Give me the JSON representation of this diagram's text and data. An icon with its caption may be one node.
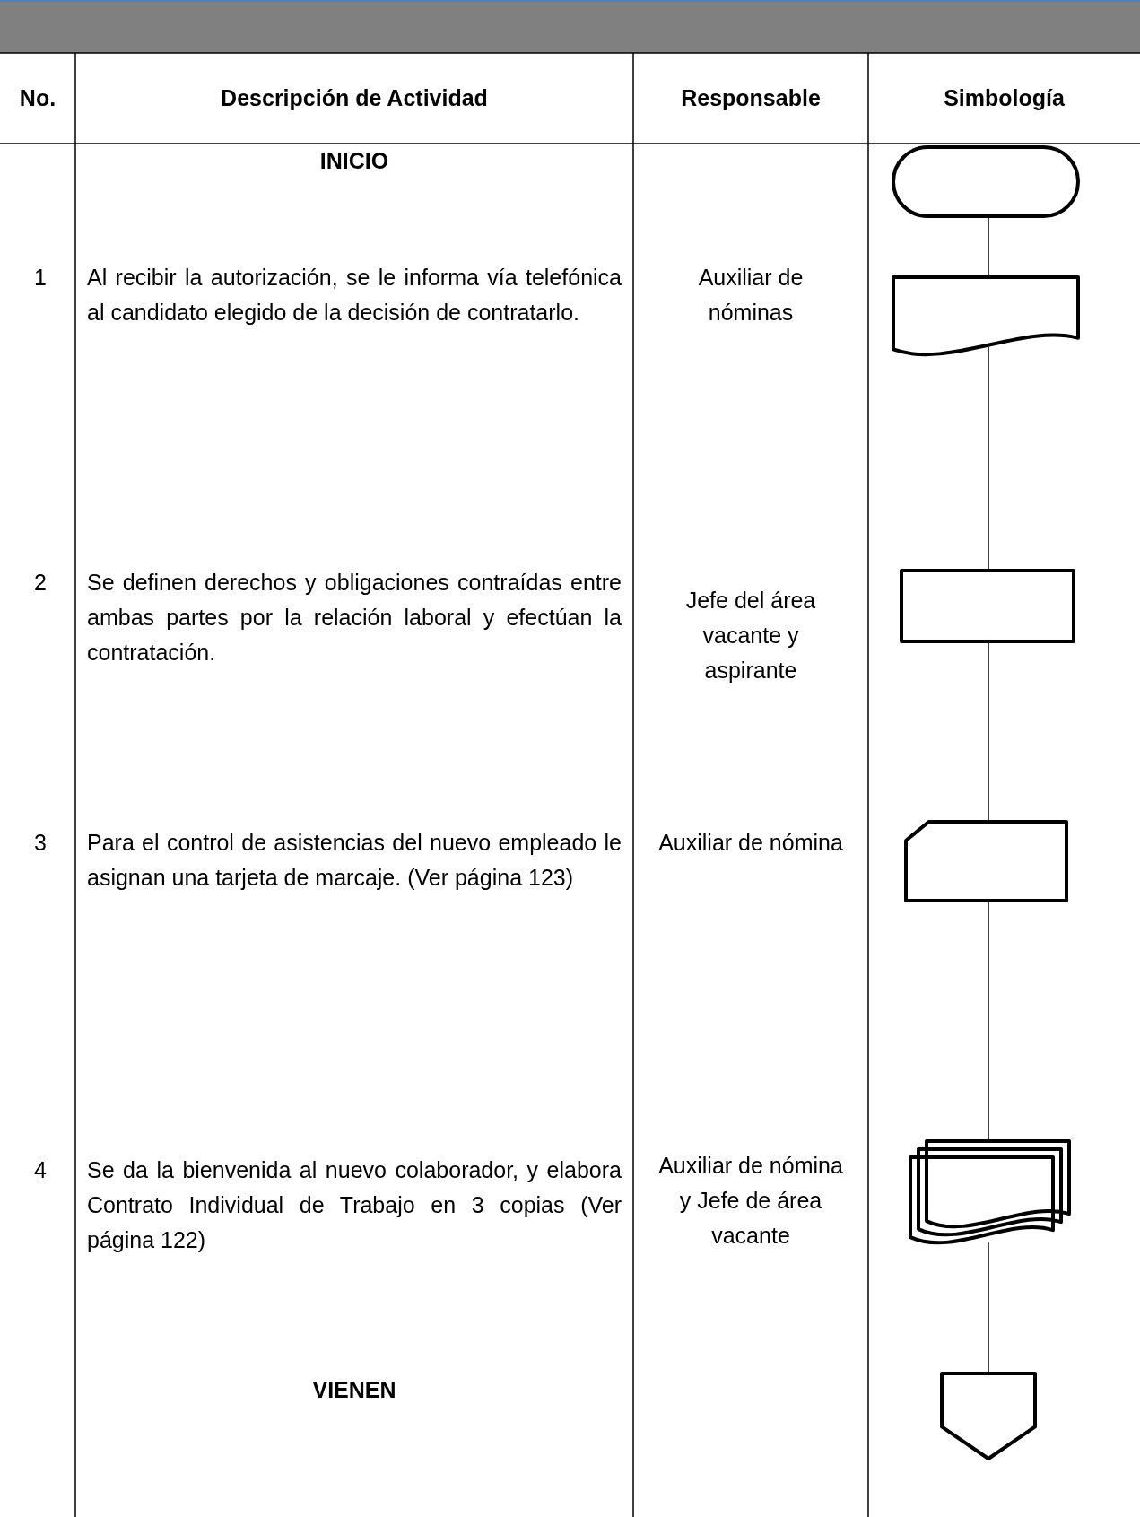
{
  "diagram": {
    "nodes": [
      {
        "text": [],
        "shape": "terminal"
      },
      {
        "text": [],
        "shape": "document"
      },
      {
        "text": [],
        "shape": "box"
      },
      {
        "text": [],
        "shape": "card"
      },
      {
        "text": [],
        "shape": "documents"
      },
      {
        "text": [],
        "shape": "connector"
      }
    ],
    "edges": [
      {
        "from": 0,
        "to": 1,
        "arrow": "none"
      },
      {
        "from": 1,
        "to": 2,
        "arrow": "none"
      },
      {
        "from": 2,
        "to": 3,
        "arrow": "none"
      },
      {
        "from": 3,
        "to": 4,
        "arrow": "none"
      },
      {
        "from": 4,
        "to": 5,
        "arrow": "none"
      }
    ],
    "labels": [
      "No.",
      "Descripción de Actividad",
      "Responsable",
      "Simbología",
      "INICIO",
      "1",
      "Al recibir la autorización, se le informa vía telefónica al candidato elegido de la decisión de contratarlo.",
      "Auxiliar de nóminas",
      "2",
      "Se definen derechos y obligaciones contraídas entre ambas partes por la relación laboral y efectúan la contratación.",
      "Jefe del área vacante y aspirante",
      "3",
      "Para el control de asistencias del nuevo empleado le asignan una tarjeta de marcaje. (Ver página 123)",
      "Auxiliar de nómina",
      "4",
      "Se da la bienvenida al nuevo colaborador, y elabora Contrato Individual de Trabajo en 3 copias (Ver página 122)",
      "Auxiliar de nómina y Jefe de área vacante",
      "VIENEN"
    ]
  }
}
